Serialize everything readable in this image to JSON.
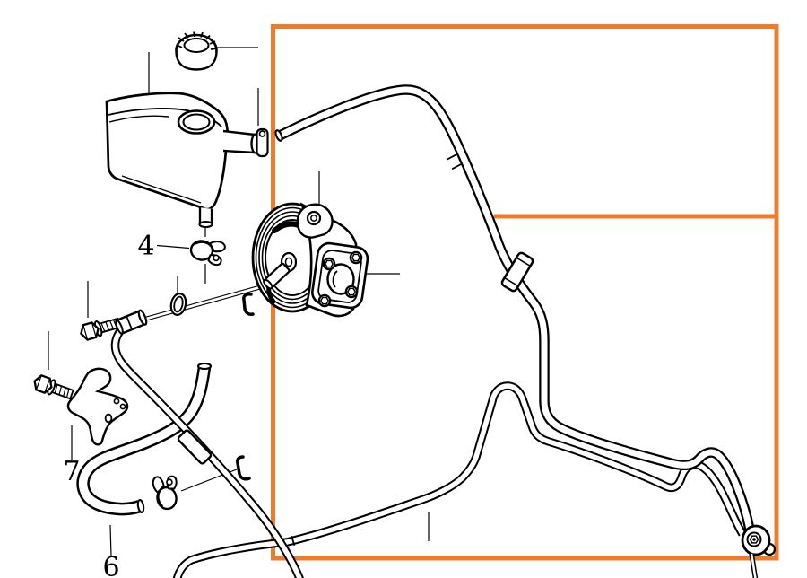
{
  "diagram": {
    "kind": "exploded-parts-diagram",
    "subject": "power-steering pump, fluid reservoir and hose assembly",
    "callouts": [
      {
        "label": "4"
      },
      {
        "label": "7"
      },
      {
        "label": "6"
      }
    ]
  },
  "colors": {
    "highlight_orange": "#EE7D2B",
    "artwork_black": "#000000",
    "background": "#FFFFFF"
  }
}
